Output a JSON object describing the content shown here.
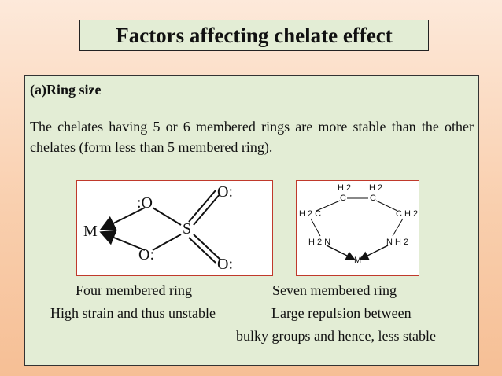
{
  "title": "Factors affecting chelate effect",
  "heading": "(a)Ring size",
  "paragraph": "The chelates having 5 or 6 membered rings are more stable than the other chelates (form less than 5 membered ring).",
  "fig1": {
    "atoms": {
      "o_top_right": "O:",
      "o_left": ":O",
      "metal": "M",
      "sulfur": "S",
      "o_bottom_left": "O:",
      "o_bottom_right": "O:"
    }
  },
  "fig2": {
    "atoms": {
      "h2_left": "H 2",
      "h2_right": "H 2",
      "c_left": "C",
      "c_right": "C",
      "h2c_left": "H 2 C",
      "ch2_right": "C H 2",
      "h2n_left": "H 2 N",
      "nh2_right": "N H 2",
      "metal": "M"
    }
  },
  "captions": {
    "four_ring": "Four membered ring",
    "seven_ring": "Seven membered ring",
    "high_strain": "High strain and thus unstable",
    "large_repulsion": "Large repulsion between",
    "bulky_groups": "bulky groups and hence, less stable"
  }
}
